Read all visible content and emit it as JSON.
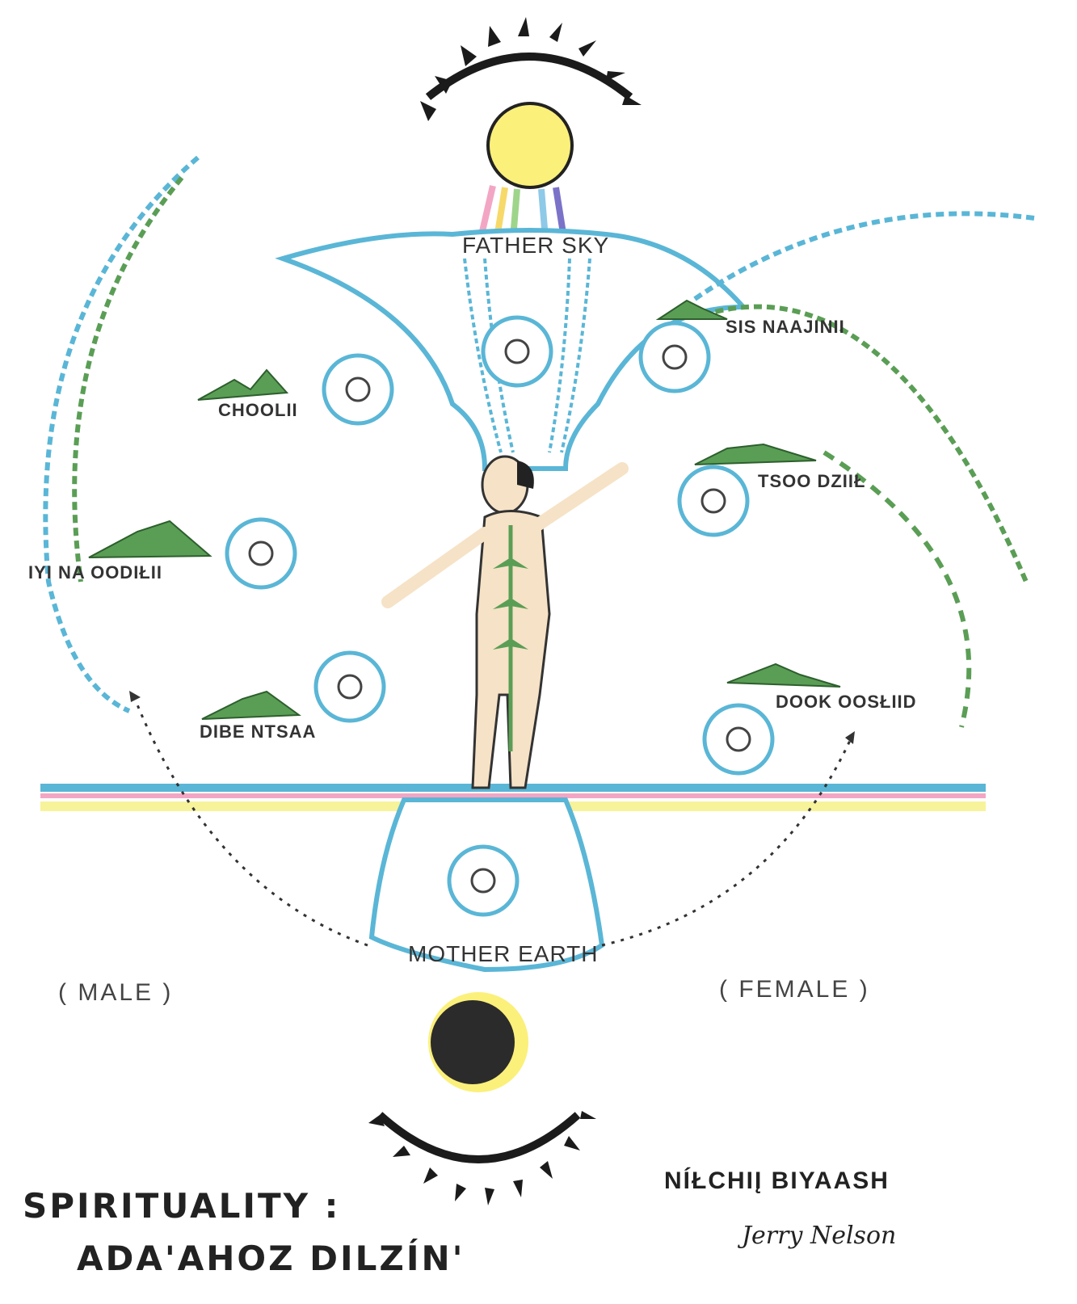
{
  "labels": {
    "father_sky": "FATHER SKY",
    "mother_earth": "MOTHER EARTH",
    "sis_naajinii": "SIS NAAJINII",
    "choolii": "CHOOLII",
    "tsoodzil": "TSOO DZIIŁ",
    "iyi_na_oodilii": "IYI NA OODIŁII",
    "dibe_ntsaa": "DIBE NTSAA",
    "dook_oosliid": "DOOK OOSŁIID",
    "male": "( MALE )",
    "female": "( FEMALE )"
  },
  "title": {
    "line1": "SPIRITUALITY :",
    "line2": "ADA'AHOZ DILZÍN'"
  },
  "credit": {
    "title": "NÍŁCHIĮ BIYAASH",
    "signature": "Jerry Nelson"
  },
  "colors": {
    "sky_blue": "#5ab6d6",
    "green": "#5a9e55",
    "yellow": "#f7f39a",
    "pink": "#f3a6c4",
    "sun": "#fbf07a",
    "moon": "#2b2b2b",
    "feather": "#1b1b1b",
    "skin": "#f6e2c6"
  }
}
